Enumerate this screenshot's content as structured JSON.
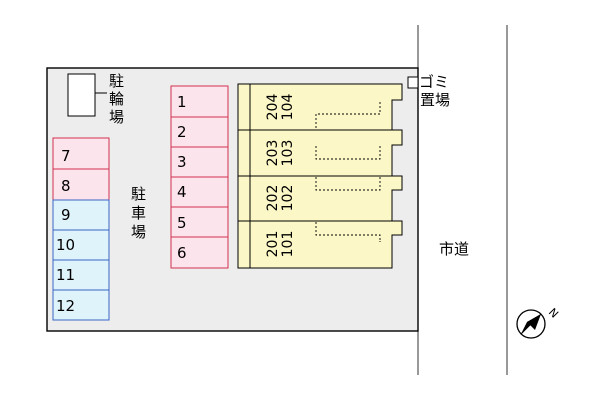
{
  "site": {
    "bicycle_parking_label": [
      "駐",
      "輪",
      "場"
    ],
    "parking_label": [
      "駐",
      "車",
      "場"
    ],
    "garbage_label_line1": "ゴミ",
    "garbage_label_line2": "置場",
    "road_label": "市道",
    "north_marker": "N"
  },
  "parking_red_left": [
    "7",
    "8"
  ],
  "parking_blue_left": [
    "9",
    "10",
    "11",
    "12"
  ],
  "parking_right": [
    "1",
    "2",
    "3",
    "4",
    "5",
    "6"
  ],
  "units": [
    {
      "upper": "204",
      "lower": "104"
    },
    {
      "upper": "203",
      "lower": "103"
    },
    {
      "upper": "202",
      "lower": "102"
    },
    {
      "upper": "201",
      "lower": "101"
    }
  ],
  "colors": {
    "red_stall_fill": "#fce4ec",
    "red_stall_stroke": "#d32f4f",
    "blue_stall_fill": "#dff3fb",
    "blue_stall_stroke": "#3a66c6",
    "building_fill": "#fbf7c6",
    "site_fill": "#ededed"
  }
}
